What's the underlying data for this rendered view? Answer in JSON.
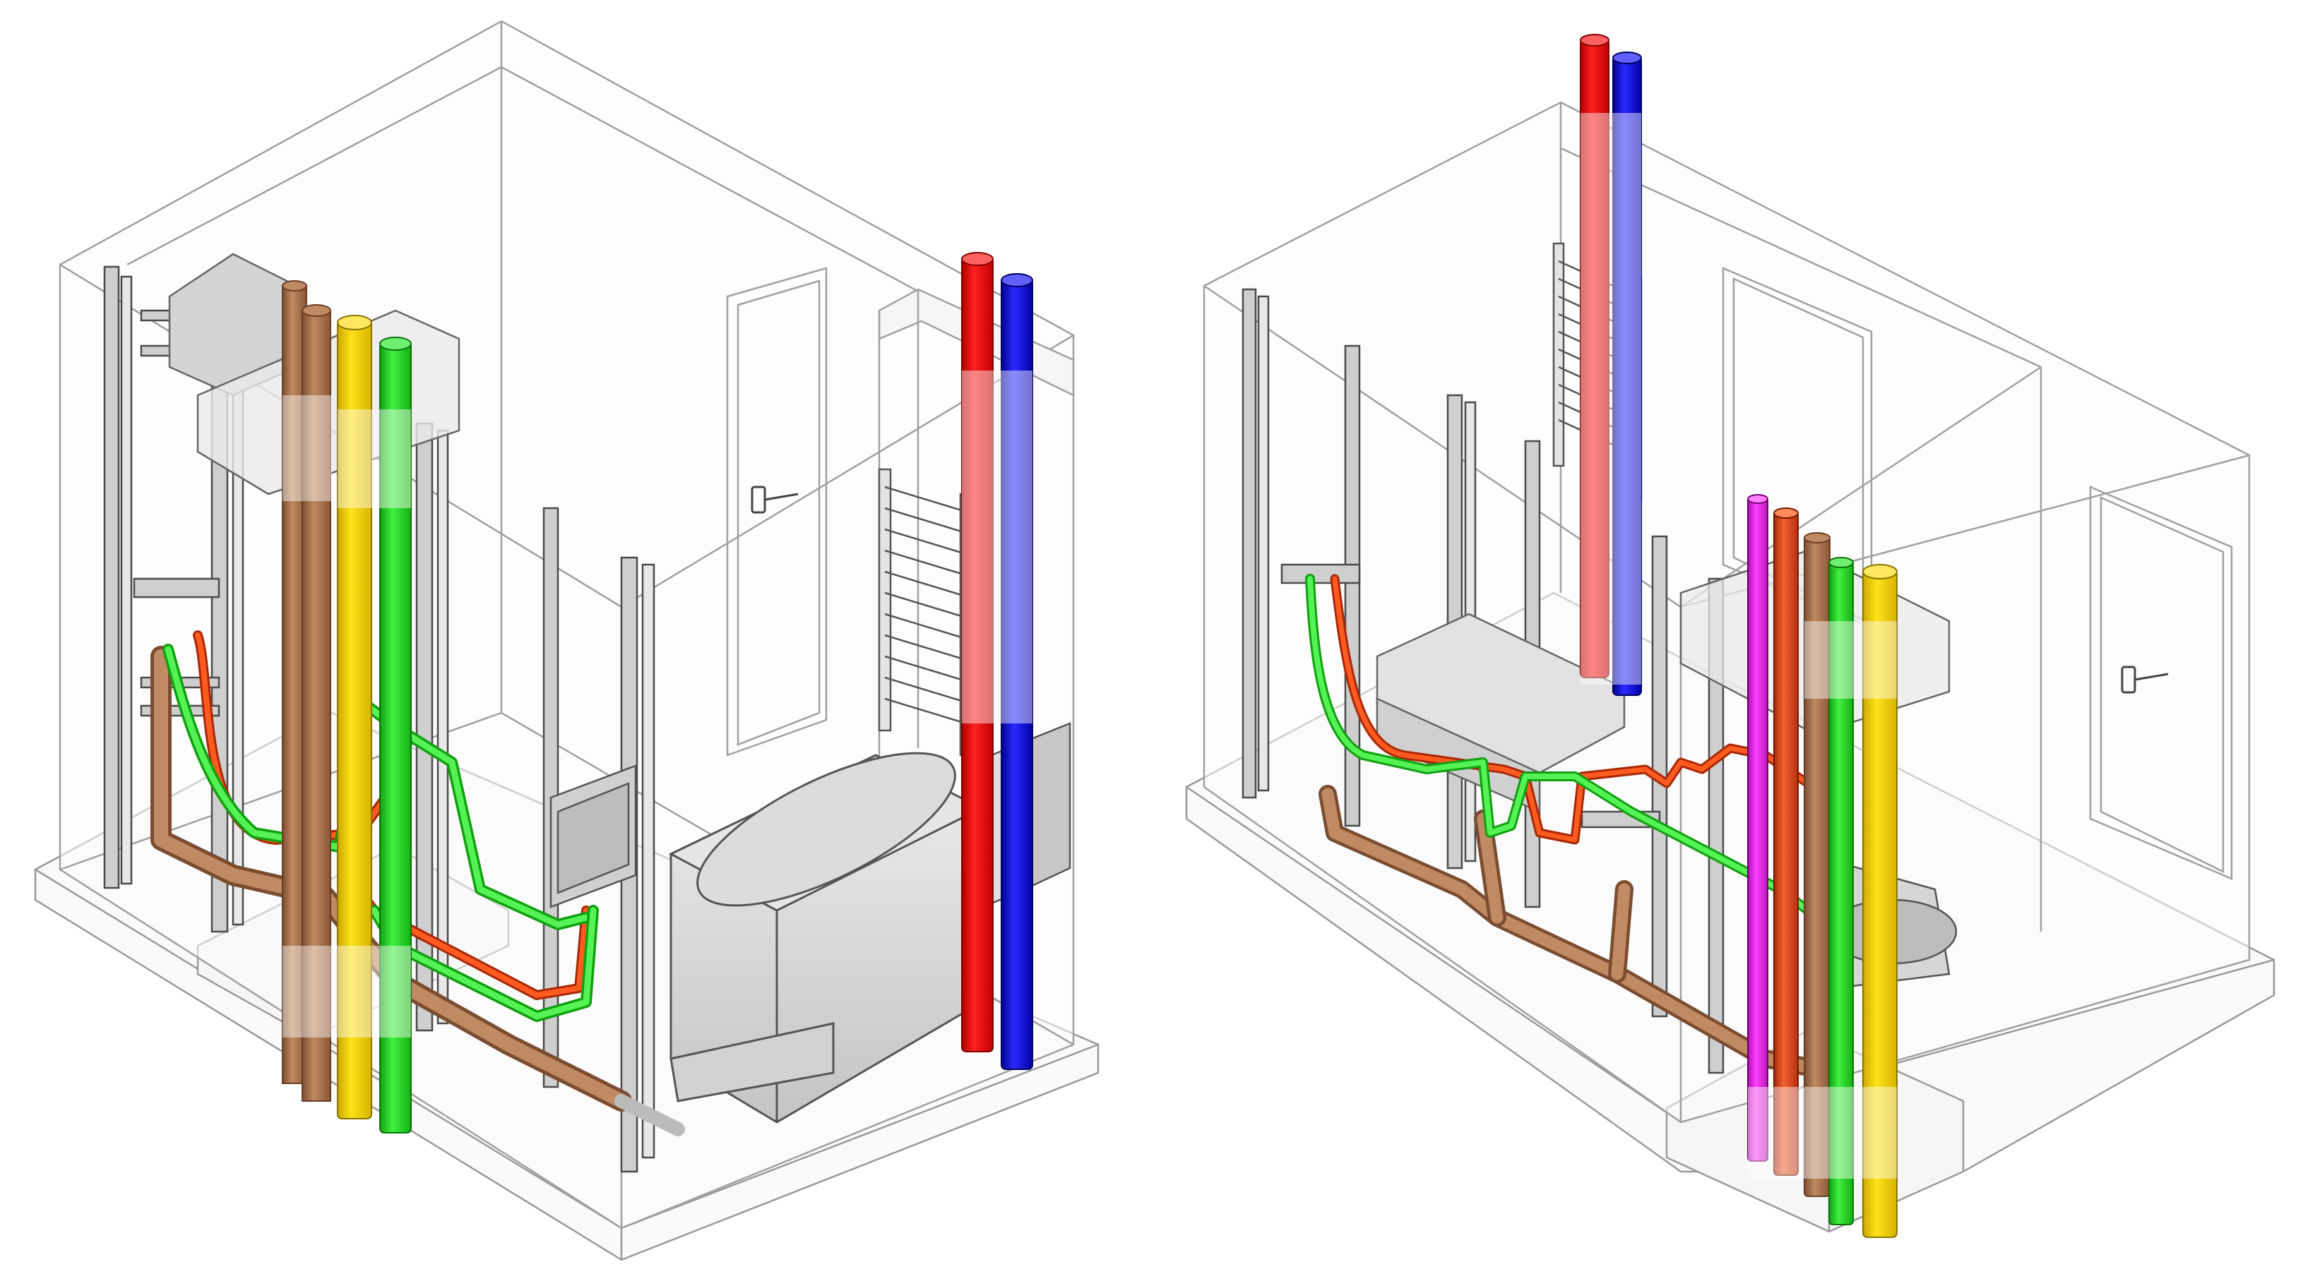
{
  "figure": {
    "background": "#ffffff"
  },
  "colors": {
    "outline": "#9a9a9a",
    "outline_dark": "#555555",
    "wall_fill": "#f2f2f2",
    "frame_fill": "#cfcfcf",
    "fixture_fill": "#d8d8d8",
    "red": "#ff0000",
    "blue": "#1010e0",
    "yellow": "#ffd700",
    "green": "#22dd22",
    "brown": "#a8704c",
    "orange_brown": "#e0501c",
    "magenta": "#ee22ee",
    "orange": "#e03a10"
  },
  "views": [
    {
      "id": "left",
      "name": "isometric-view-left",
      "risers": [
        "red",
        "blue",
        "yellow",
        "green",
        "brown"
      ],
      "fixtures": [
        "radiator",
        "bathtub",
        "door",
        "wall-hung-cistern"
      ]
    },
    {
      "id": "right",
      "name": "isometric-view-right",
      "risers": [
        "red",
        "blue",
        "magenta",
        "orange",
        "brown",
        "green",
        "yellow"
      ],
      "fixtures": [
        "radiator",
        "door",
        "basin",
        "wc"
      ]
    }
  ]
}
